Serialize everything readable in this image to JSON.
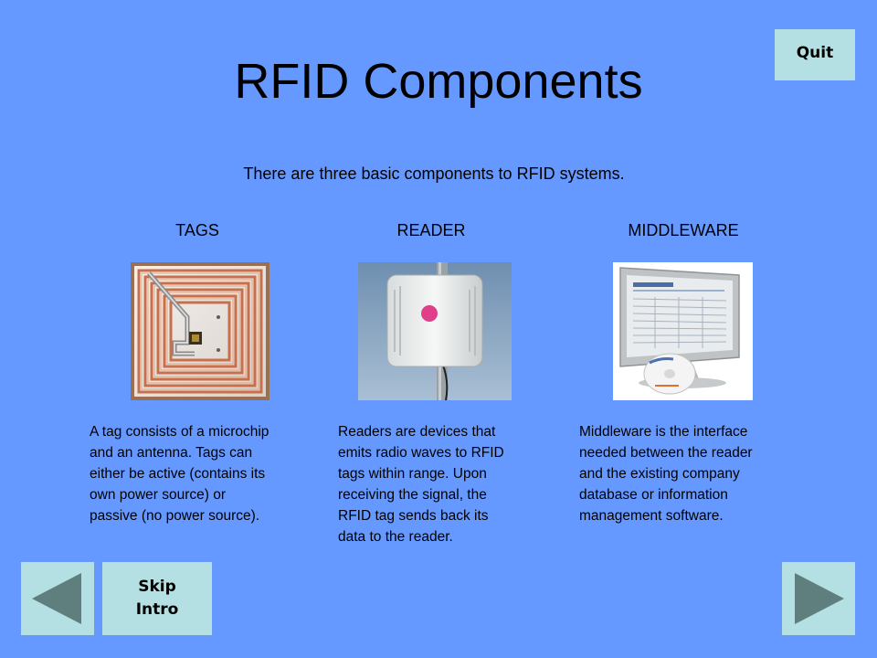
{
  "slide": {
    "title": "RFID Components",
    "intro": "There are three basic components to RFID systems."
  },
  "columns": [
    {
      "heading": "TAGS",
      "image_icon": "rfid-tag-image",
      "description": [
        "A tag consists of a microchip",
        "and an antenna.  Tags can",
        "either be active (contains its",
        "own power source) or",
        "passive (no power source)."
      ]
    },
    {
      "heading": "READER",
      "image_icon": "rfid-reader-image",
      "description": [
        "Readers are devices that",
        "emits radio waves to RFID",
        "tags within range. Upon",
        "receiving the signal, the",
        "RFID tag sends back its",
        "data to the reader."
      ]
    },
    {
      "heading": "MIDDLEWARE",
      "image_icon": "middleware-monitor-image",
      "description": [
        "Middleware is the interface",
        "needed between the reader",
        "and the existing company",
        "database or information",
        "management software."
      ]
    }
  ],
  "buttons": {
    "quit_label": "Quit",
    "skip_line1": "Skip",
    "skip_line2": "Intro",
    "prev_icon": "triangle-left-icon",
    "next_icon": "triangle-right-icon"
  },
  "colors": {
    "background": "#6699ff",
    "button_face": "#b4e0e4",
    "arrow": "#5f7f7f"
  }
}
